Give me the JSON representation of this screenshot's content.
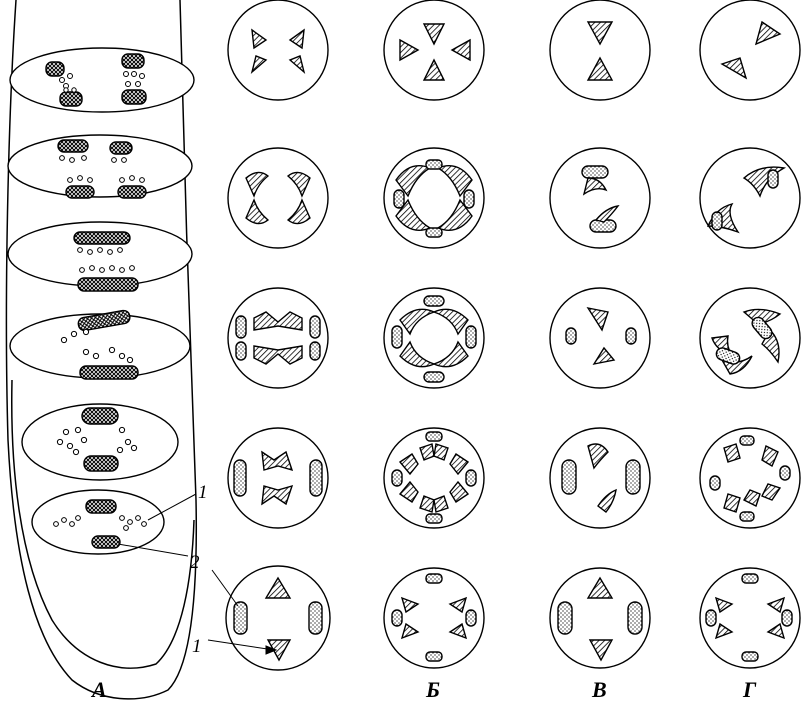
{
  "column_labels": [
    "А",
    "Б",
    "В",
    "Г"
  ],
  "callouts": {
    "one": "1",
    "two": "2"
  },
  "colors": {
    "ink": "#000000",
    "paper": "#ffffff"
  }
}
